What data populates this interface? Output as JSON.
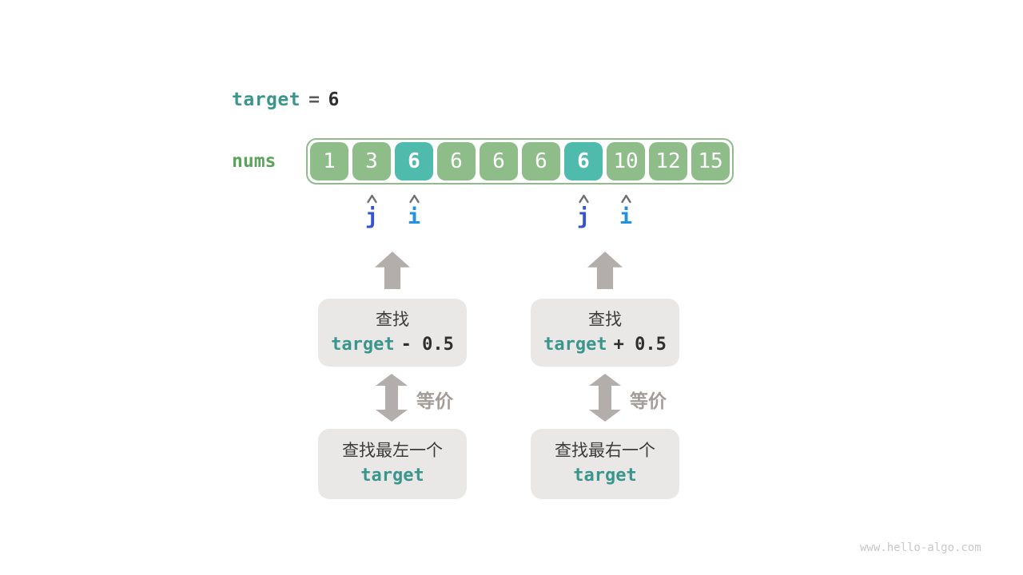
{
  "header": {
    "keyword": "target",
    "equals": "=",
    "value": "6"
  },
  "array": {
    "label": "nums",
    "cells": [
      {
        "value": "1",
        "variant": "normal"
      },
      {
        "value": "3",
        "variant": "normal"
      },
      {
        "value": "6",
        "variant": "highlight"
      },
      {
        "value": "6",
        "variant": "normal"
      },
      {
        "value": "6",
        "variant": "normal"
      },
      {
        "value": "6",
        "variant": "normal"
      },
      {
        "value": "6",
        "variant": "highlight"
      },
      {
        "value": "10",
        "variant": "normal"
      },
      {
        "value": "12",
        "variant": "normal"
      },
      {
        "value": "15",
        "variant": "normal"
      }
    ]
  },
  "pointers": [
    {
      "label": "j",
      "color": "#3353cf"
    },
    {
      "label": "i",
      "color": "#2192de"
    },
    {
      "label": "j",
      "color": "#3353cf"
    },
    {
      "label": "i",
      "color": "#2192de"
    }
  ],
  "left_flow": {
    "search_line": "查找",
    "expr_keyword": "target",
    "expr_op": "- 0.5",
    "equiv_label": "等价",
    "result_line": "查找最左一个",
    "result_keyword": "target"
  },
  "right_flow": {
    "search_line": "查找",
    "expr_keyword": "target",
    "expr_op": "+ 0.5",
    "equiv_label": "等价",
    "result_line": "查找最右一个",
    "result_keyword": "target"
  },
  "watermark": "www.hello-algo.com",
  "colors": {
    "cell_green": "#8ebd8a",
    "cell_teal_highlight": "#4fbbad",
    "nums_label_green": "#5ba35b",
    "code_teal": "#3a968c",
    "arrow_gray": "#b3aeab",
    "box_gray": "#e9e8e6",
    "pointer_j_blue": "#3353cf",
    "pointer_i_blue": "#2192de",
    "text_dark": "#3b3b3b"
  }
}
